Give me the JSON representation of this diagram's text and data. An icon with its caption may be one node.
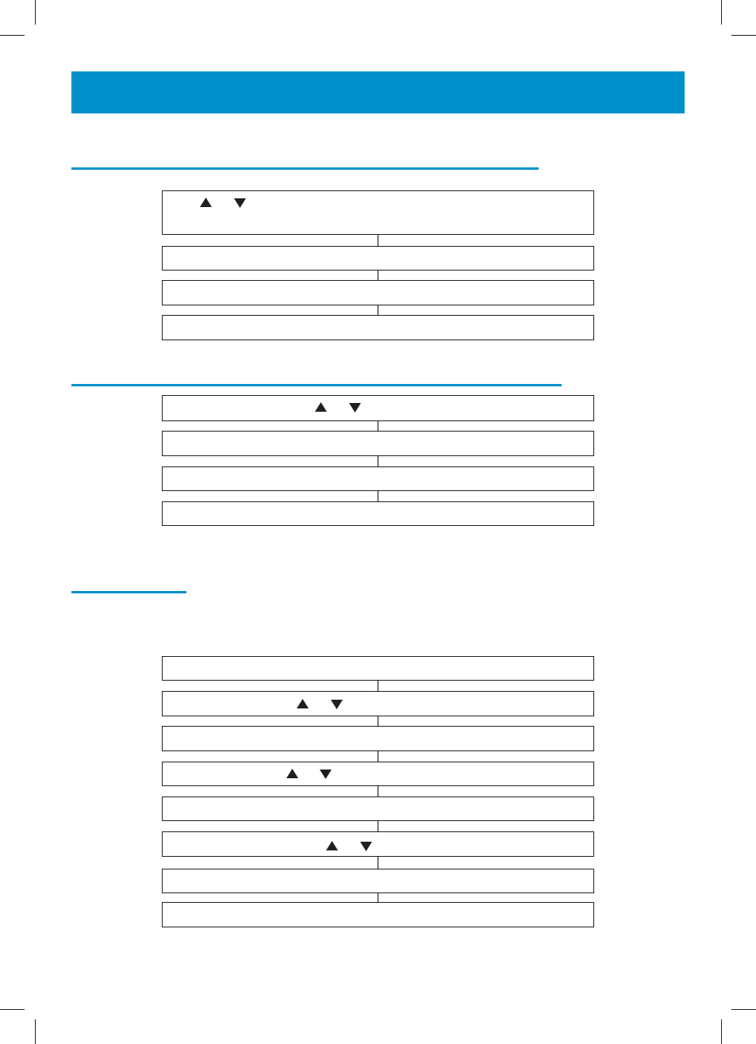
{
  "diagram": {
    "nodes": [
      {
        "text": [],
        "shape": "box"
      },
      {
        "text": [],
        "shape": "box"
      },
      {
        "text": [],
        "shape": "box"
      },
      {
        "text": [],
        "shape": "box"
      },
      {
        "text": [],
        "shape": "box"
      },
      {
        "text": [],
        "shape": "box"
      },
      {
        "text": [],
        "shape": "box"
      },
      {
        "text": [],
        "shape": "box"
      },
      {
        "text": [],
        "shape": "box"
      },
      {
        "text": [],
        "shape": "box"
      },
      {
        "text": [],
        "shape": "box"
      },
      {
        "text": [],
        "shape": "box"
      },
      {
        "text": [],
        "shape": "box"
      },
      {
        "text": [],
        "shape": "box"
      },
      {
        "text": [],
        "shape": "box"
      },
      {
        "text": [],
        "shape": "box"
      }
    ],
    "edges": [
      {
        "from": 0,
        "to": 1,
        "arrow": "none"
      },
      {
        "from": 1,
        "to": 2,
        "arrow": "none"
      },
      {
        "from": 2,
        "to": 3,
        "arrow": "none"
      },
      {
        "from": 4,
        "to": 5,
        "arrow": "none"
      },
      {
        "from": 5,
        "to": 6,
        "arrow": "none"
      },
      {
        "from": 6,
        "to": 7,
        "arrow": "none"
      },
      {
        "from": 8,
        "to": 9,
        "arrow": "none"
      },
      {
        "from": 9,
        "to": 10,
        "arrow": "none"
      },
      {
        "from": 10,
        "to": 11,
        "arrow": "none"
      },
      {
        "from": 11,
        "to": 12,
        "arrow": "none"
      },
      {
        "from": 12,
        "to": 13,
        "arrow": "none"
      },
      {
        "from": 13,
        "to": 14,
        "arrow": "none"
      },
      {
        "from": 14,
        "to": 15,
        "arrow": "none"
      }
    ]
  }
}
